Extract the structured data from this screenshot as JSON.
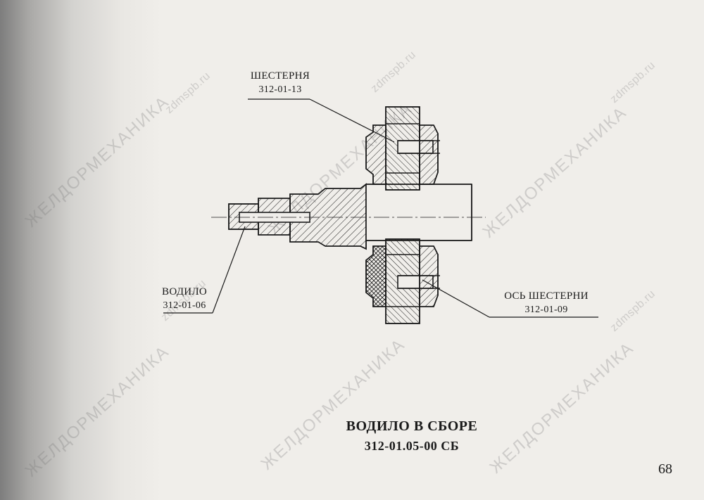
{
  "callouts": {
    "gear": {
      "name": "ШЕСТЕРНЯ",
      "code": "312-01-13"
    },
    "carrier": {
      "name": "ВОДИЛО",
      "code": "312-01-06"
    },
    "gear_axle": {
      "name": "ОСЬ ШЕСТЕРНИ",
      "code": "312-01-09"
    }
  },
  "caption": {
    "title": "ВОДИЛО В СБОРЕ",
    "designation": "312-01.05-00 СБ"
  },
  "page_number": "68",
  "watermarks": {
    "site": "zdmspb.ru",
    "company": "ЖЕЛДОРМЕХАНИКА"
  },
  "colors": {
    "ink": "#1a1a1a",
    "paper": "#f0eeea",
    "watermark": "#787878"
  }
}
